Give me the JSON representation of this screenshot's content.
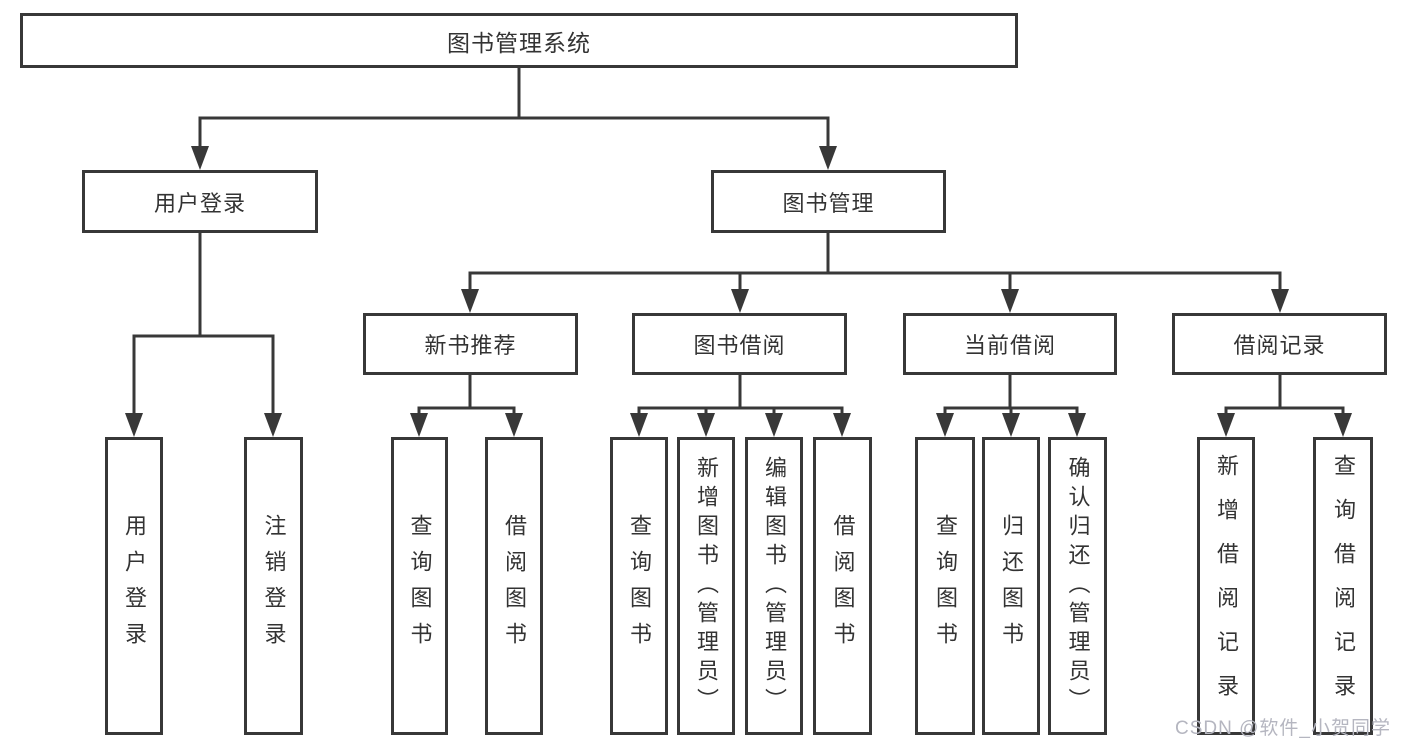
{
  "colors": {
    "line": "#383838",
    "box_border": "#383838",
    "text": "#333333",
    "background": "#ffffff",
    "watermark": "#b5b6c0"
  },
  "watermark": {
    "text": "CSDN @软件_小贺同学"
  },
  "diagram": {
    "root": {
      "label": "图书管理系统"
    },
    "branches": [
      {
        "label": "用户登录",
        "children": [
          {
            "label": "用户登录"
          },
          {
            "label": "注销登录"
          }
        ]
      },
      {
        "label": "图书管理",
        "sections": [
          {
            "label": "新书推荐",
            "children": [
              {
                "label": "查询图书"
              },
              {
                "label": "借阅图书"
              }
            ]
          },
          {
            "label": "图书借阅",
            "children": [
              {
                "label": "查询图书"
              },
              {
                "label": "新增图书（管理员）"
              },
              {
                "label": "编辑图书（管理员）"
              },
              {
                "label": "借阅图书"
              }
            ]
          },
          {
            "label": "当前借阅",
            "children": [
              {
                "label": "查询图书"
              },
              {
                "label": "归还图书"
              },
              {
                "label": "确认归还（管理员）"
              }
            ]
          },
          {
            "label": "借阅记录",
            "children": [
              {
                "label": "新增借阅记录"
              },
              {
                "label": "查询借阅记录"
              }
            ]
          }
        ]
      }
    ]
  }
}
